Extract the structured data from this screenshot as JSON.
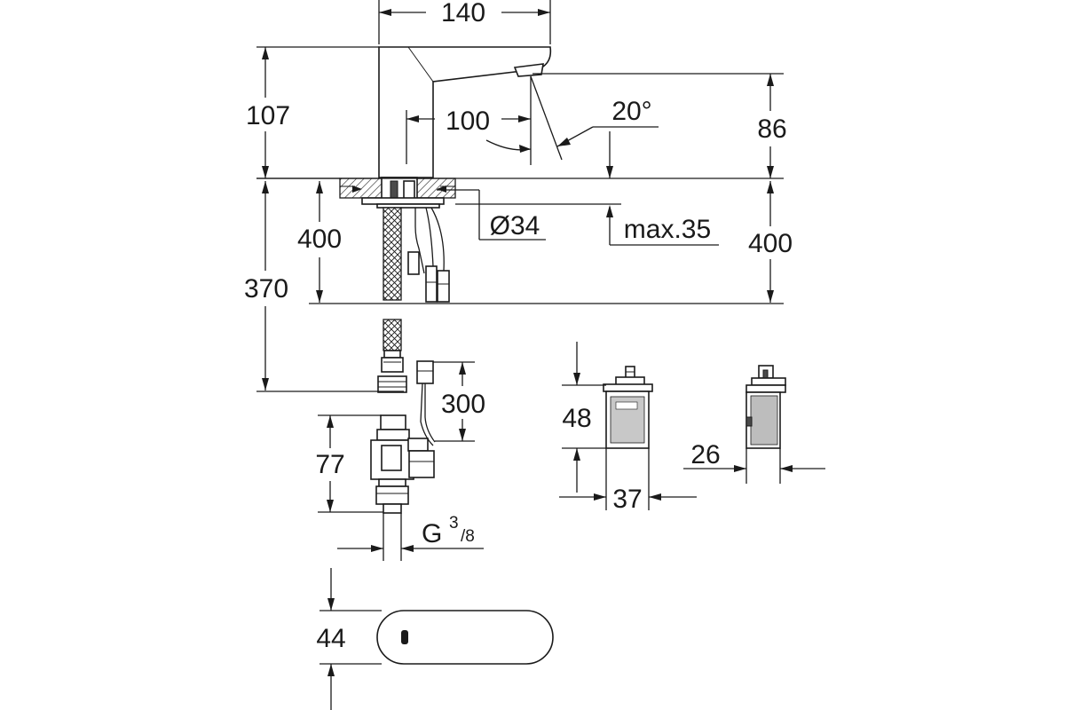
{
  "drawing": {
    "dimensions": {
      "spout_width": "140",
      "spout_height": "107",
      "spout_reach": "100",
      "spray_angle": "20°",
      "outlet_height": "86",
      "hole_diameter": "Ø34",
      "max_deck_thickness": "max.35",
      "hose_length_left": "400",
      "hose_length_right": "400",
      "total_length": "370",
      "cable_length": "300",
      "valve_height": "77",
      "thread_g": "G",
      "thread_num": "3",
      "thread_den": "/8",
      "box_height": "48",
      "box_width": "37",
      "box_depth": "26",
      "top_view_width": "44"
    }
  }
}
